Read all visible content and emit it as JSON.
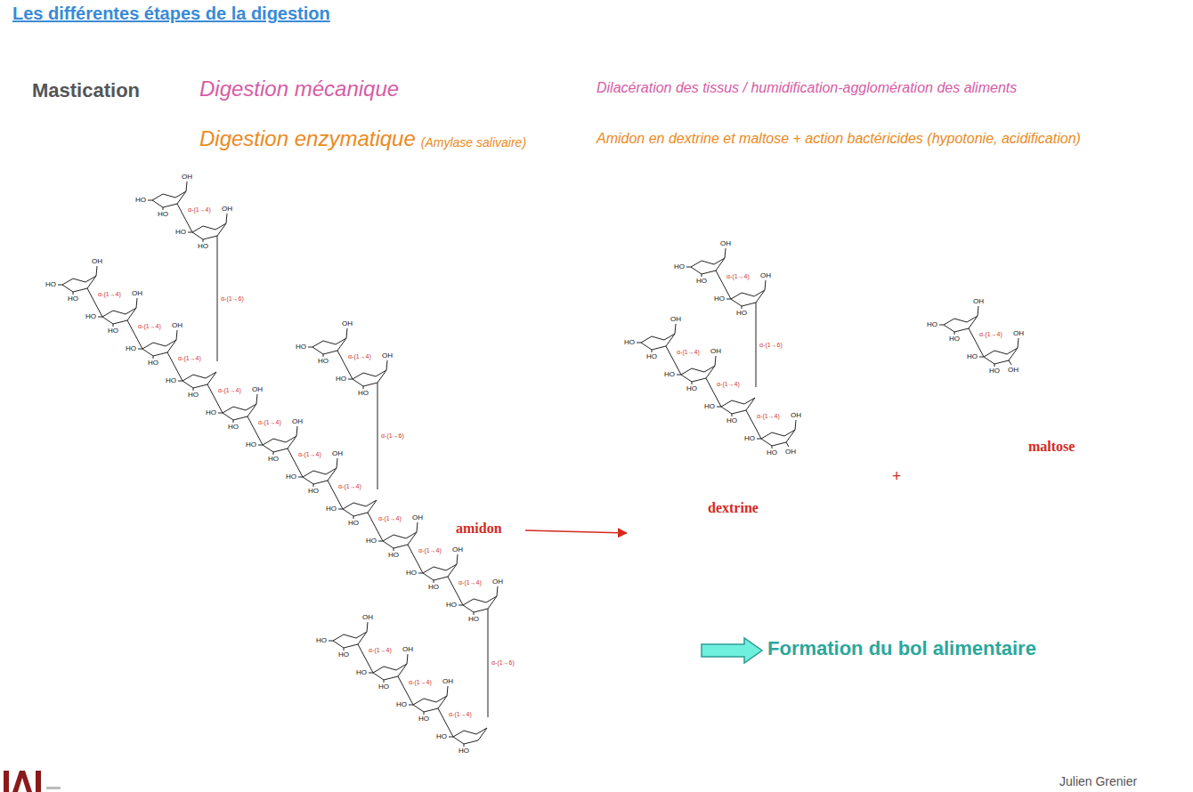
{
  "diagram": {
    "title": "Les différentes étapes de la digestion",
    "labels": [
      "Mastication",
      "Digestion mécanique",
      "Dilacération des tissus / humidification-agglomération des aliments",
      "Digestion enzymatique",
      "(Amylase salivaire)",
      "Amidon en dextrine et maltose + action bactéricides (hypotonie, acidification)",
      "amidon",
      "dextrine",
      "+",
      "maltose",
      "Formation du bol alimentaire",
      "Julien Grenier",
      "OH",
      "HO",
      "HO",
      "OH",
      "HO",
      "HO",
      "OH",
      "HO",
      "HO",
      "OH",
      "HO",
      "HO",
      "OH",
      "HO",
      "HO",
      "HO",
      "HO",
      "OH",
      "HO",
      "HO",
      "OH",
      "HO",
      "HO",
      "OH",
      "HO",
      "HO",
      "HO",
      "HO",
      "OH",
      "HO",
      "HO",
      "OH",
      "HO",
      "HO",
      "OH",
      "HO",
      "HO",
      "OH",
      "HO",
      "HO",
      "OH",
      "HO",
      "HO",
      "OH",
      "HO",
      "HO",
      "OH",
      "HO",
      "HO",
      "OH",
      "HO",
      "HO",
      "HO",
      "HO",
      "α-(1→4)",
      "α-(1→6)",
      "α-(1→4)",
      "α-(1→4)",
      "α-(1→4)",
      "α-(1→4)",
      "α-(1→4)",
      "α-(1→4)",
      "α-(1→4)",
      "α-(1→4)",
      "α-(1→4)",
      "α-(1→4)",
      "α-(1→4)",
      "α-(1→6)",
      "α-(1→6)",
      "α-(1→4)",
      "α-(1→4)",
      "α-(1→4)",
      "OH",
      "HO",
      "HO",
      "OH",
      "HO",
      "HO",
      "OH",
      "HO",
      "HO",
      "OH",
      "HO",
      "HO",
      "HO",
      "HO",
      "OH",
      "HO",
      "HO",
      "OH",
      "α-(1→4)",
      "α-(1→6)",
      "α-(1→4)",
      "α-(1→4)",
      "α-(1→4)",
      "OH",
      "HO",
      "HO",
      "OH",
      "HO",
      "HO",
      "OH",
      "α-(1→4)"
    ]
  }
}
